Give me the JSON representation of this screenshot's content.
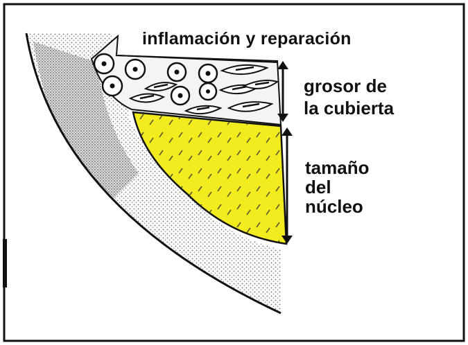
{
  "labels": {
    "top": "inflamación y reparación",
    "shell_line1": "grosor de",
    "shell_line2": "la cubierta",
    "core_line1": "tamaño",
    "core_line2": "del",
    "core_line3": "núcleo"
  },
  "colors": {
    "background": "#ffffff",
    "ink": "#111111",
    "tissue_stipple": "#8a8a8a",
    "nucleus_fill": "#f2ec1e"
  },
  "icons": {
    "cell": "round-cell-with-nucleus-icon",
    "spindle": "spindle-cell-icon",
    "arrow": "double-headed-arrow-icon"
  }
}
